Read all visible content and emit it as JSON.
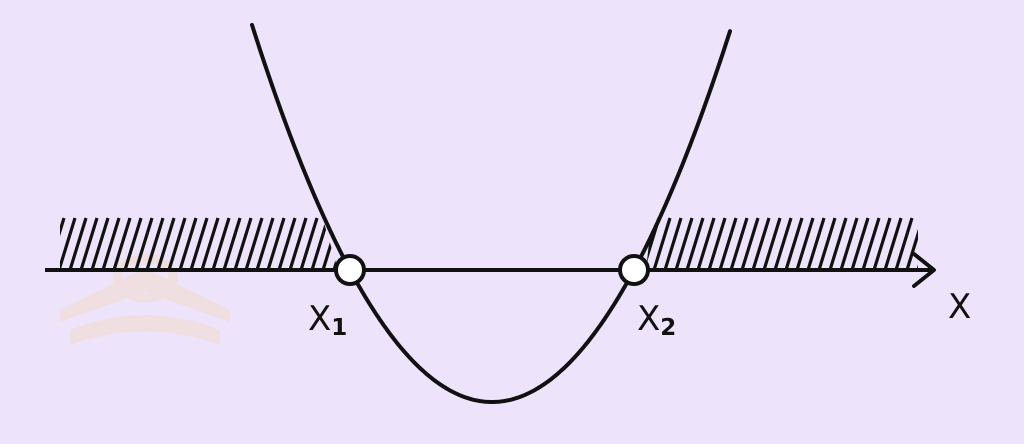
{
  "diagram": {
    "root_left": {
      "letter": "X",
      "subscript": "1"
    },
    "root_right": {
      "letter": "X",
      "subscript": "2"
    },
    "axis_label": "X",
    "roots_open": true,
    "shaded_regions": [
      "x < X1",
      "x > X2"
    ]
  },
  "colors": {
    "background": "#ede4fb",
    "stroke": "#111111",
    "point_fill": "#ffffff",
    "watermark": "#f3dccd"
  },
  "icons": [
    "watermark-logo-icon",
    "axis-arrow-icon"
  ]
}
